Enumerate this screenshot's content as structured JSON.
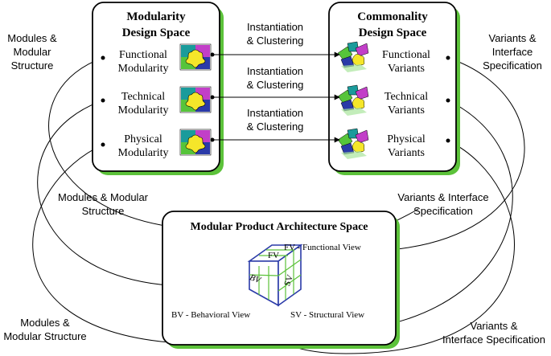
{
  "boxes": {
    "modularity": {
      "title_line1": "Modularity",
      "title_line2": "Design Space",
      "items": [
        {
          "line1": "Functional",
          "line2": "Modularity"
        },
        {
          "line1": "Technical",
          "line2": "Modularity"
        },
        {
          "line1": "Physical",
          "line2": "Modularity"
        }
      ]
    },
    "commonality": {
      "title_line1": "Commonality",
      "title_line2": "Design Space",
      "items": [
        {
          "line1": "Functional",
          "line2": "Variants"
        },
        {
          "line1": "Technical",
          "line2": "Variants"
        },
        {
          "line1": "Physical",
          "line2": "Variants"
        }
      ]
    },
    "architecture": {
      "title": "Modular Product Architecture Space",
      "fv_label": "FV - Functional View",
      "bv_label": "BV - Behavioral View",
      "sv_label": "SV - Structural View",
      "fv": "FV",
      "bv": "BV",
      "sv": "SV"
    }
  },
  "arrows": [
    {
      "line1": "Instantiation",
      "line2": "& Clustering"
    },
    {
      "line1": "Instantiation",
      "line2": "& Clustering"
    },
    {
      "line1": "Instantiation",
      "line2": "& Clustering"
    }
  ],
  "side_labels": {
    "top_left": {
      "line1": "Modules &",
      "line2": "Modular",
      "line3": "Structure"
    },
    "top_right": {
      "line1": "Variants &",
      "line2": "Interface",
      "line3": "Specification"
    },
    "mid_left": {
      "line1": "Modules & Modular",
      "line2": "Structure"
    },
    "mid_right": {
      "line1": "Variants & Interface",
      "line2": "Specification"
    },
    "bottom_left": {
      "line1": "Modules &",
      "line2": "Modular Structure"
    },
    "bottom_right": {
      "line1": "Variants &",
      "line2": "Interface Specification"
    }
  },
  "colors": {
    "shadow": "#5cc23a",
    "teal": "#1a9b9b",
    "magenta": "#c23fc8",
    "yellow": "#f5e62a",
    "blue": "#2a3aa8",
    "green": "#56c43a",
    "cube": "#2a3aa8"
  }
}
